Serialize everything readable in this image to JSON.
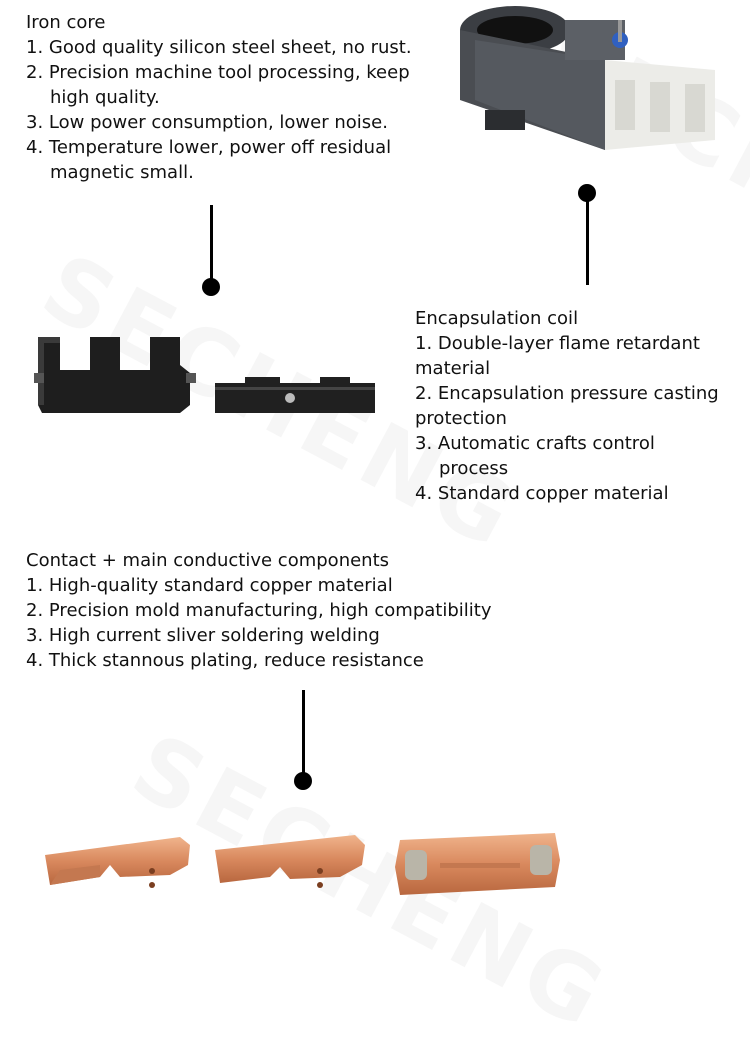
{
  "iron_core": {
    "title": "Iron core",
    "line1": "1. Good quality silicon steel sheet, no rust.",
    "line2a": "2. Precision machine tool processing, keep",
    "line2b": "high quality.",
    "line3": "3. Low power consumption, lower noise.",
    "line4a": "4. Temperature lower, power off residual",
    "line4b": "magnetic small."
  },
  "coil": {
    "title": "Encapsulation coil",
    "line1a": "1. Double-layer flame retardant",
    "line1b": "material",
    "line2a": "2. Encapsulation pressure casting",
    "line2b": "protection",
    "line3a": "3. Automatic crafts control",
    "line3b": "process",
    "line4": "4. Standard copper material"
  },
  "contact": {
    "title": "Contact + main conductive components",
    "line1": "1. High-quality standard copper material",
    "line2": "2. Precision mold manufacturing, high compatibility",
    "line3": "3. High current sliver soldering welding",
    "line4": "4. Thick stannous plating, reduce resistance"
  },
  "watermark": "SECHENG",
  "colors": {
    "text": "#111111",
    "leader": "#000000",
    "iron": "#1e1e1e",
    "coil_body": "#4a4d52",
    "coil_white": "#ecece8",
    "copper": "#d9895e"
  }
}
